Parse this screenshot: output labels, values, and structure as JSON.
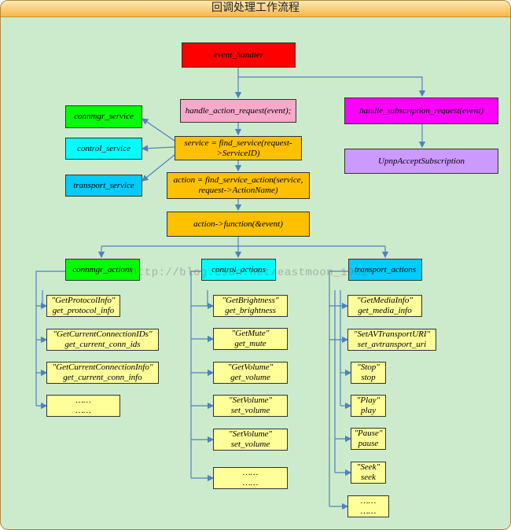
{
  "title": "回调处理工作流程",
  "watermark": "http://blog.csdn.net/eastmoon_1982",
  "nodes": {
    "event_handler": "event_handler",
    "handle_action_request": "handle_action_request(event);",
    "find_service": "service = find_service(request->ServiceID)",
    "find_service_action": "action = find_service_action(service, request->ActionName)",
    "action_function": "action->function(&event)",
    "handle_subscription_request": "handle_subscription_request(event)",
    "upnp_accept_subscription": "UpnpAcceptSubscription",
    "connmgr_service": "connmgr_service",
    "control_service": "control_service",
    "transport_service": "transport_service",
    "connmgr_actions": "connmgr_actions",
    "control_actions": "control_actions",
    "transport_actions": "transport_actions"
  },
  "connmgr_items": [
    "\"GetProtocolInfo\"\nget_protocol_info",
    "\"GetCurrentConnectionIDs\"\nget_current_conn_ids",
    "\"GetCurrentConnectionInfo\"\nget_current_conn_info",
    "……\n……"
  ],
  "control_items": [
    "\"GetBrightness\"\nget_brightness",
    "\"GetMute\"\nget_mute",
    "\"GetVolume\"\nget_volume",
    "\"SetVolume\"\nset_volume",
    "\"SetVolume\"\nset_volume",
    "……\n……"
  ],
  "transport_items": [
    "\"GetMediaInfo\"\nget_media_info",
    "\"SetAVTransportURI\"\nset_avtransport_uri",
    "\"Stop\"\nstop",
    "\"Play\"\nplay",
    "\"Pause\"\npause",
    "\"Seek\"\nseek",
    "……\n……"
  ],
  "colors": {
    "background": "#ccebcc",
    "connector": "#4f81bd",
    "event_handler": "#ff0000",
    "handler": "#f7a9c9",
    "step": "#ffc000",
    "subscription": "#ff00ff",
    "accept": "#cc99ff",
    "connmgr": "#00ff00",
    "control": "#00ffff",
    "transport": "#00ccff",
    "action_item": "#ffff99"
  }
}
